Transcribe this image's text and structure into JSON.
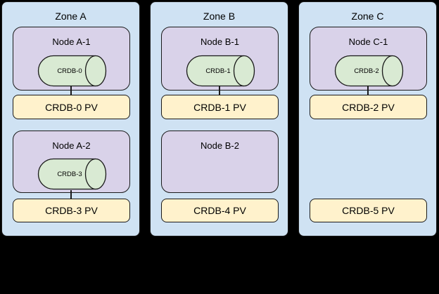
{
  "diagram": {
    "description": "CockroachDB pods across availability zones with persistent volumes",
    "colors": {
      "background": "#000000",
      "zone_fill": "#cfe2f3",
      "node_fill": "#d9d2e9",
      "pod_fill": "#d9ead3",
      "pv_fill": "#fff2cc",
      "border": "#1a1a1a"
    }
  },
  "zones": [
    {
      "title": "Zone A",
      "nodes": [
        {
          "label": "Node A-1",
          "pod": "CRDB-0"
        },
        {
          "label": "Node A-2",
          "pod": "CRDB-3"
        }
      ],
      "pvs": [
        "CRDB-0 PV",
        "CRDB-3 PV"
      ]
    },
    {
      "title": "Zone B",
      "nodes": [
        {
          "label": "Node B-1",
          "pod": "CRDB-1"
        },
        {
          "label": "Node B-2",
          "pod": null
        }
      ],
      "pvs": [
        "CRDB-1 PV",
        "CRDB-4 PV"
      ]
    },
    {
      "title": "Zone C",
      "nodes": [
        {
          "label": "Node C-1",
          "pod": "CRDB-2"
        }
      ],
      "pvs": [
        "CRDB-2 PV",
        "CRDB-5 PV"
      ]
    }
  ]
}
